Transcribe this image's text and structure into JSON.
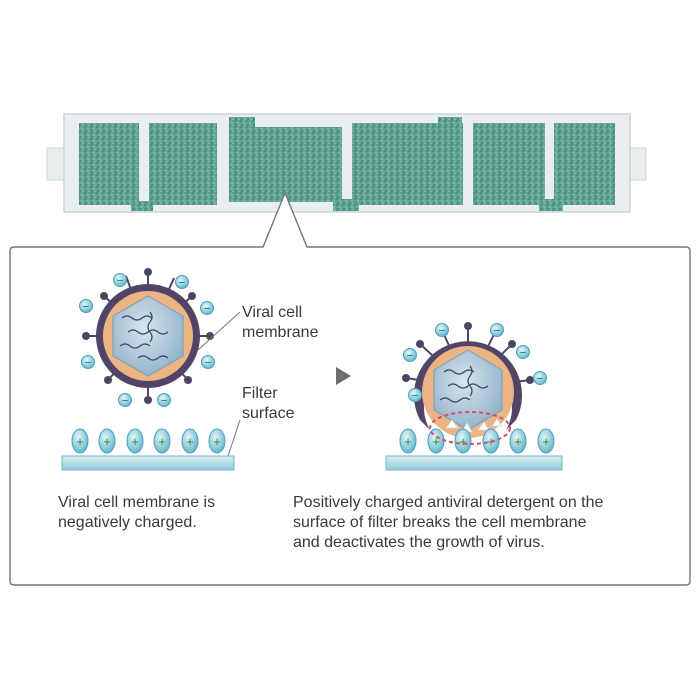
{
  "labels": {
    "viral_membrane": "Viral cell\nmembrane",
    "filter_surface": "Filter\nsurface"
  },
  "captions": {
    "left": "Viral cell membrane is\nnegatively charged.",
    "right": "Positively charged antiviral detergent on the\nsurface of filter breaks the cell membrane\nand deactivates the growth of virus."
  },
  "symbols": {
    "positive": "+",
    "negative": "−"
  },
  "colors": {
    "filter_mesh": "#5a9e8c",
    "frame": "#e6ecec",
    "virus_outer": "#53466e",
    "virus_shell": "#e9b183",
    "virus_core": "#a9c3d7",
    "charge": "#7cc4d5",
    "charge_sign": "#2f8a3c",
    "break_ring": "#d4506a",
    "panel_border": "#777777"
  }
}
